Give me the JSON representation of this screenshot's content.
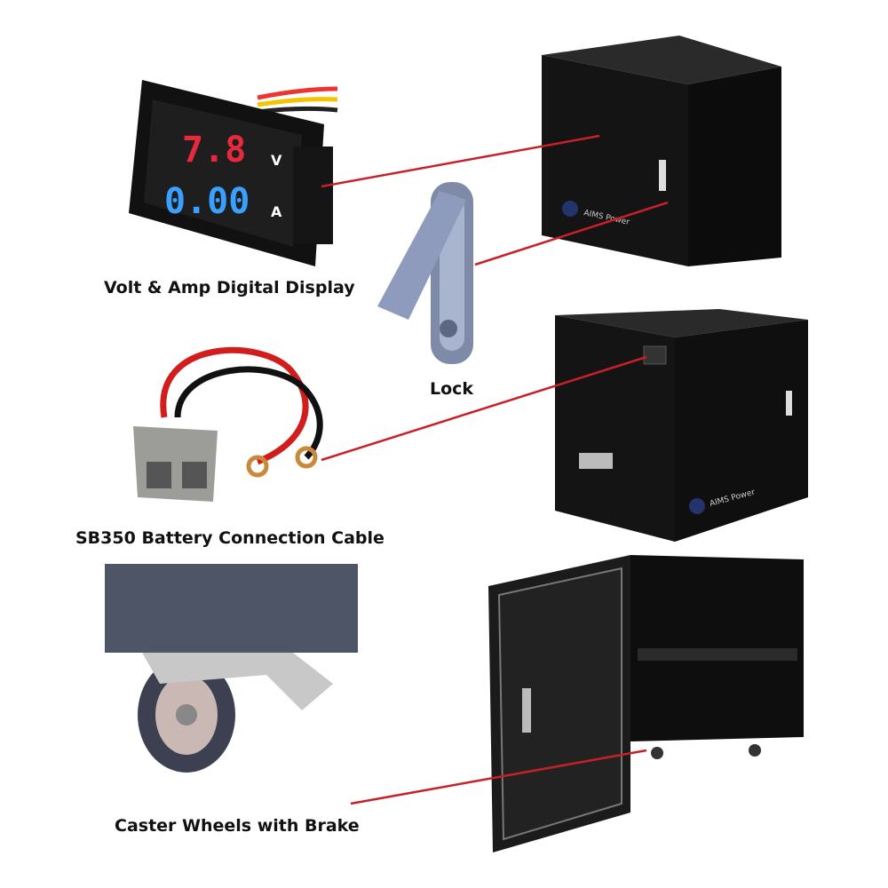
{
  "labels": {
    "display": "Volt & Amp Digital Display",
    "lock": "Lock",
    "cable": "SB350 Battery Connection Cable",
    "casters": "Caster Wheels with Brake"
  },
  "meter": {
    "volts": "7.8",
    "volt_unit": "V",
    "amps": "0.00",
    "amp_unit": "A"
  },
  "brand": "AIMS Power",
  "colors": {
    "callout_line": "#c8202a",
    "cabinet": "#141414",
    "volt_digits": "#e8283c",
    "amp_digits": "#3aa0ff"
  }
}
